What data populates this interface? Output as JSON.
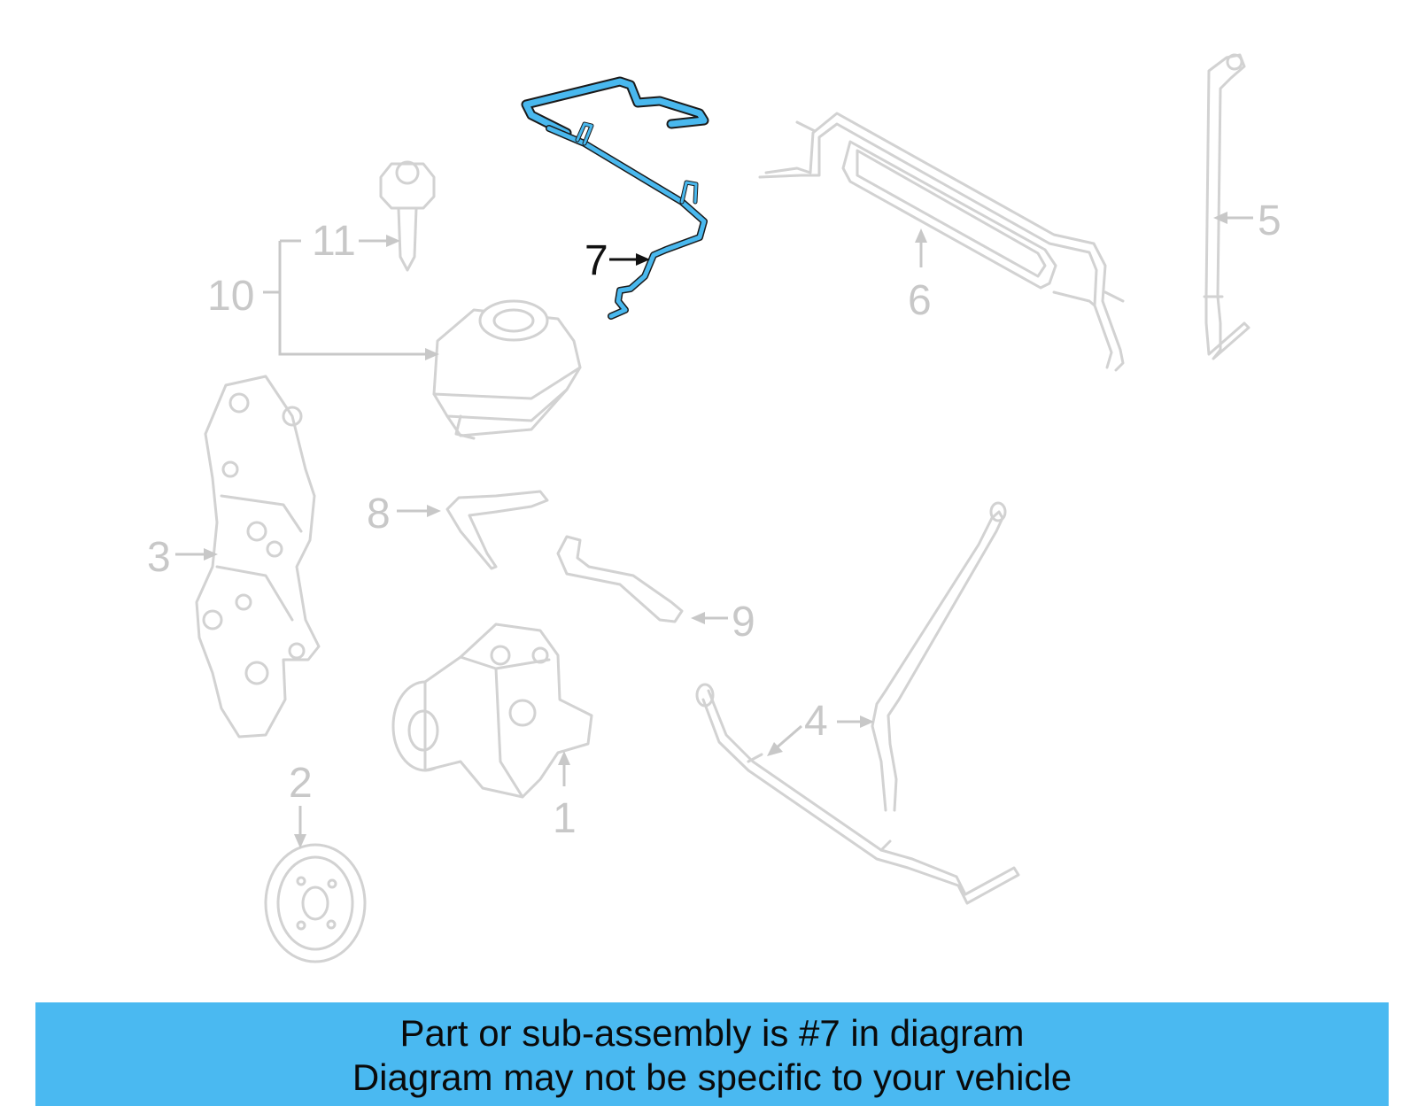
{
  "diagram": {
    "callouts": {
      "c1": "1",
      "c2": "2",
      "c3": "3",
      "c4": "4",
      "c5": "5",
      "c6": "6",
      "c7": "7",
      "c8": "8",
      "c9": "9",
      "c10": "10",
      "c11": "11"
    },
    "highlight_color": "#49b8ee",
    "part_color": "#d2d2d2"
  },
  "banner": {
    "line1": "Part or sub-assembly is #7 in diagram",
    "line2": "Diagram may not be specific to your vehicle",
    "color": "#4ab9f1"
  }
}
